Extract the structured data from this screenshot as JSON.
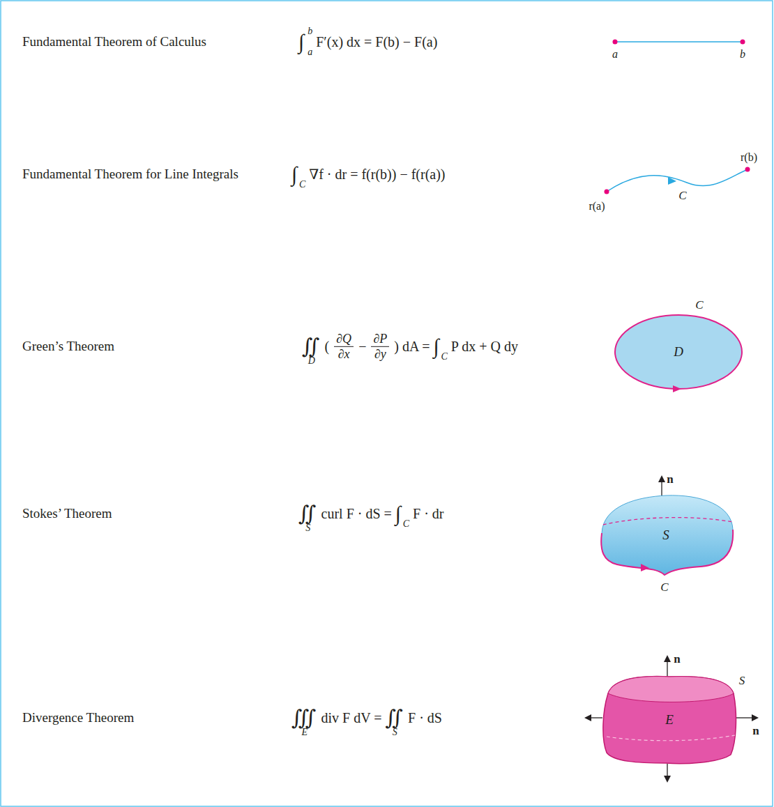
{
  "diagram": {
    "nodes": [
      {
        "text": [
          "D"
        ]
      },
      {
        "text": [
          "S"
        ]
      },
      {
        "text": [
          "E"
        ]
      }
    ],
    "labels": [
      "Fundamental Theorem of Calculus",
      "∫",
      "b",
      "a",
      "F′(x) dx = F(b) − F(a)",
      "a",
      "b",
      "Fundamental Theorem for Line Integrals",
      "∫",
      "C",
      "∇f · dr = f(r(b)) − f(r(a))",
      "r(b)",
      "r(a)",
      "C",
      "Green’s Theorem",
      "∬",
      "D",
      "(",
      "∂Q",
      "∂x",
      "−",
      "∂P",
      "∂y",
      ")",
      "dA =",
      "∫",
      "C",
      "P dx + Q dy",
      "C",
      "Stokes’ Theorem",
      "∬",
      "S",
      "curl F · dS =",
      "∫",
      "C",
      "F · dr",
      "n",
      "C",
      "Divergence Theorem",
      "∭",
      "E",
      "div F dV =",
      "∬",
      "S",
      "F · dS",
      "n",
      "S",
      "n"
    ]
  }
}
